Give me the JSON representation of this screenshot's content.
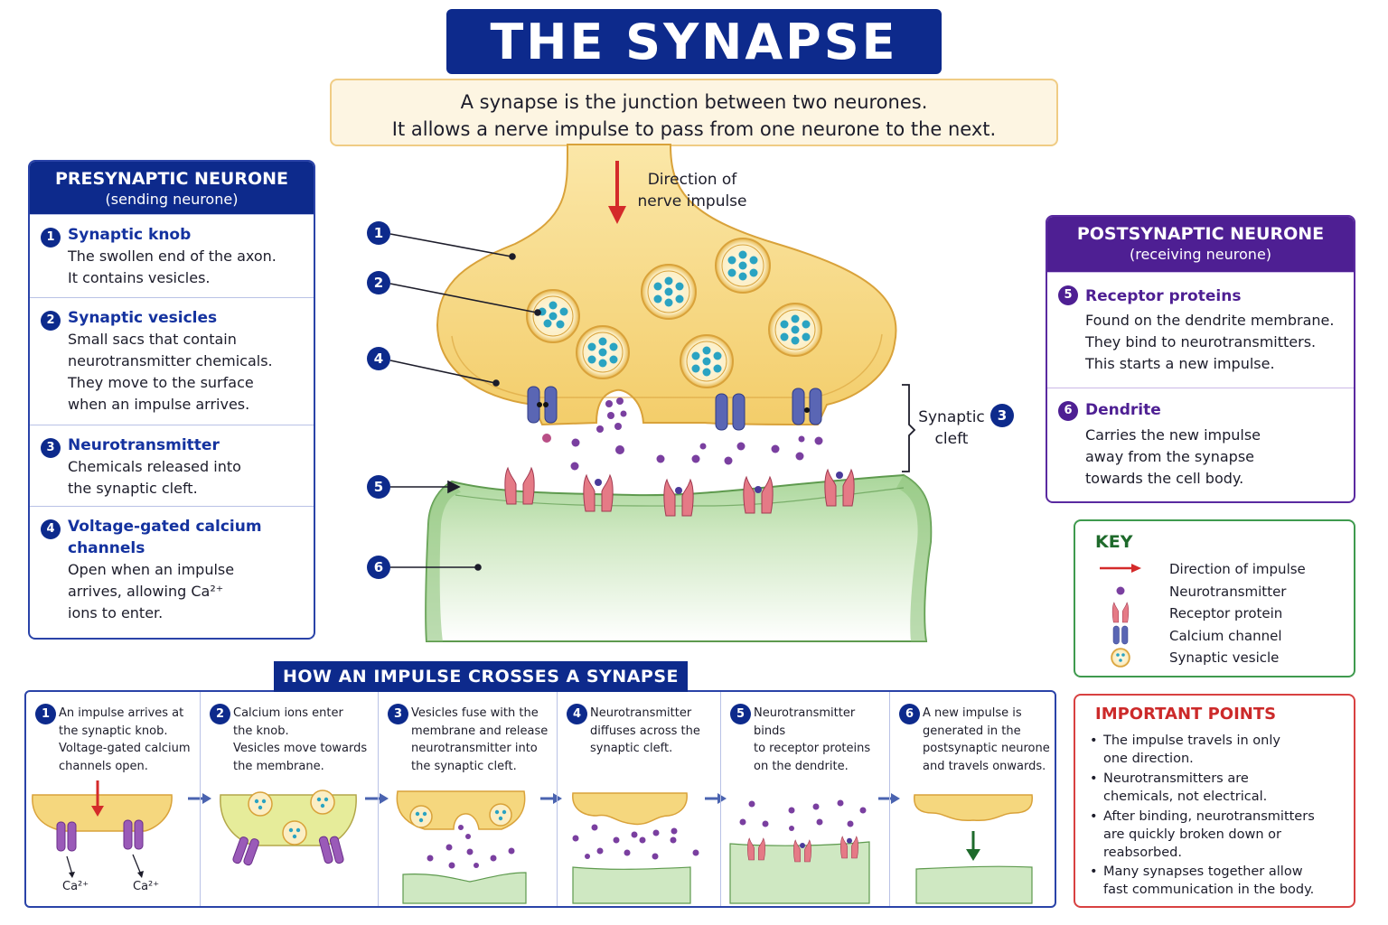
{
  "title": "THE SYNAPSE",
  "intro": {
    "line1": "A synapse is the junction between two neurones.",
    "line2": "It allows a nerve impulse to pass from one neurone to the next."
  },
  "diagram": {
    "direction_label_1": "Direction of",
    "direction_label_2": "nerve impulse",
    "cleft_label_1": "Synaptic",
    "cleft_label_2": "cleft",
    "callouts": [
      "1",
      "2",
      "4",
      "5",
      "6"
    ],
    "cleft_number": "3"
  },
  "presynaptic": {
    "title": "PRESYNAPTIC NEURONE",
    "subtitle": "(sending neurone)",
    "sections": [
      {
        "num": "1",
        "heading": "Synaptic knob",
        "lines": [
          "The swollen end of the axon.",
          "It contains vesicles."
        ]
      },
      {
        "num": "2",
        "heading": "Synaptic vesicles",
        "lines": [
          "Small sacs that contain",
          "neurotransmitter chemicals.",
          "They move to the surface",
          "when an impulse arrives."
        ]
      },
      {
        "num": "3",
        "heading": "Neurotransmitter",
        "lines": [
          "Chemicals released into",
          "the synaptic cleft."
        ]
      },
      {
        "num": "4",
        "heading_1": "Voltage-gated calcium",
        "heading_2": "channels",
        "lines": [
          "Open when an impulse",
          "arrives, allowing Ca²⁺",
          "ions to enter."
        ]
      }
    ]
  },
  "postsynaptic": {
    "title": "POSTSYNAPTIC NEURONE",
    "subtitle": "(receiving neurone)",
    "sections": [
      {
        "num": "5",
        "heading": "Receptor proteins",
        "lines": [
          "Found on the dendrite membrane.",
          "They bind to neurotransmitters.",
          "This starts a new impulse."
        ]
      },
      {
        "num": "6",
        "heading": "Dendrite",
        "lines": [
          "Carries the new impulse",
          "away from the synapse",
          "towards the cell body."
        ]
      }
    ]
  },
  "key": {
    "title": "KEY",
    "items": [
      "Direction of impulse",
      "Neurotransmitter",
      "Receptor protein",
      "Calcium channel",
      "Synaptic vesicle"
    ]
  },
  "important": {
    "title": "IMPORTANT POINTS",
    "points": [
      [
        "The impulse travels in only",
        "one direction."
      ],
      [
        "Neurotransmitters are",
        "chemicals, not electrical."
      ],
      [
        "After binding, neurotransmitters",
        "are quickly broken down or",
        "reabsorbed."
      ],
      [
        "Many synapses together allow",
        "fast communication in the body."
      ]
    ]
  },
  "steps": {
    "title": "HOW AN IMPULSE CROSSES A SYNAPSE",
    "items": [
      {
        "num": "1",
        "lines": [
          "An impulse arrives at",
          "the synaptic knob.",
          "Voltage-gated calcium",
          "channels open."
        ]
      },
      {
        "num": "2",
        "lines": [
          "Calcium ions enter",
          "the knob.",
          "Vesicles move towards",
          "the membrane."
        ]
      },
      {
        "num": "3",
        "lines": [
          "Vesicles fuse with the",
          "membrane and release",
          "neurotransmitter into",
          "the synaptic cleft."
        ]
      },
      {
        "num": "4",
        "lines": [
          "Neurotransmitter",
          "diffuses across the",
          "synaptic cleft."
        ]
      },
      {
        "num": "5",
        "lines": [
          "Neurotransmitter binds",
          "to receptor proteins",
          "on the dendrite."
        ]
      },
      {
        "num": "6",
        "lines": [
          "A new impulse is",
          "generated in the",
          "postsynaptic neurone",
          "and travels onwards."
        ]
      }
    ],
    "ca_label": "Ca²⁺"
  },
  "colors": {
    "navy": "#0d2a8c",
    "purple": "#4e1f93",
    "knob": "#f7d98a",
    "dendrite": "#bfe0b0",
    "receptor": "#e57a86",
    "channel": "#5a66b4",
    "neurotransmitter": "#7a3fa0",
    "vesicle_dot": "#2aa3c2",
    "arrow_red": "#d42a2a"
  }
}
